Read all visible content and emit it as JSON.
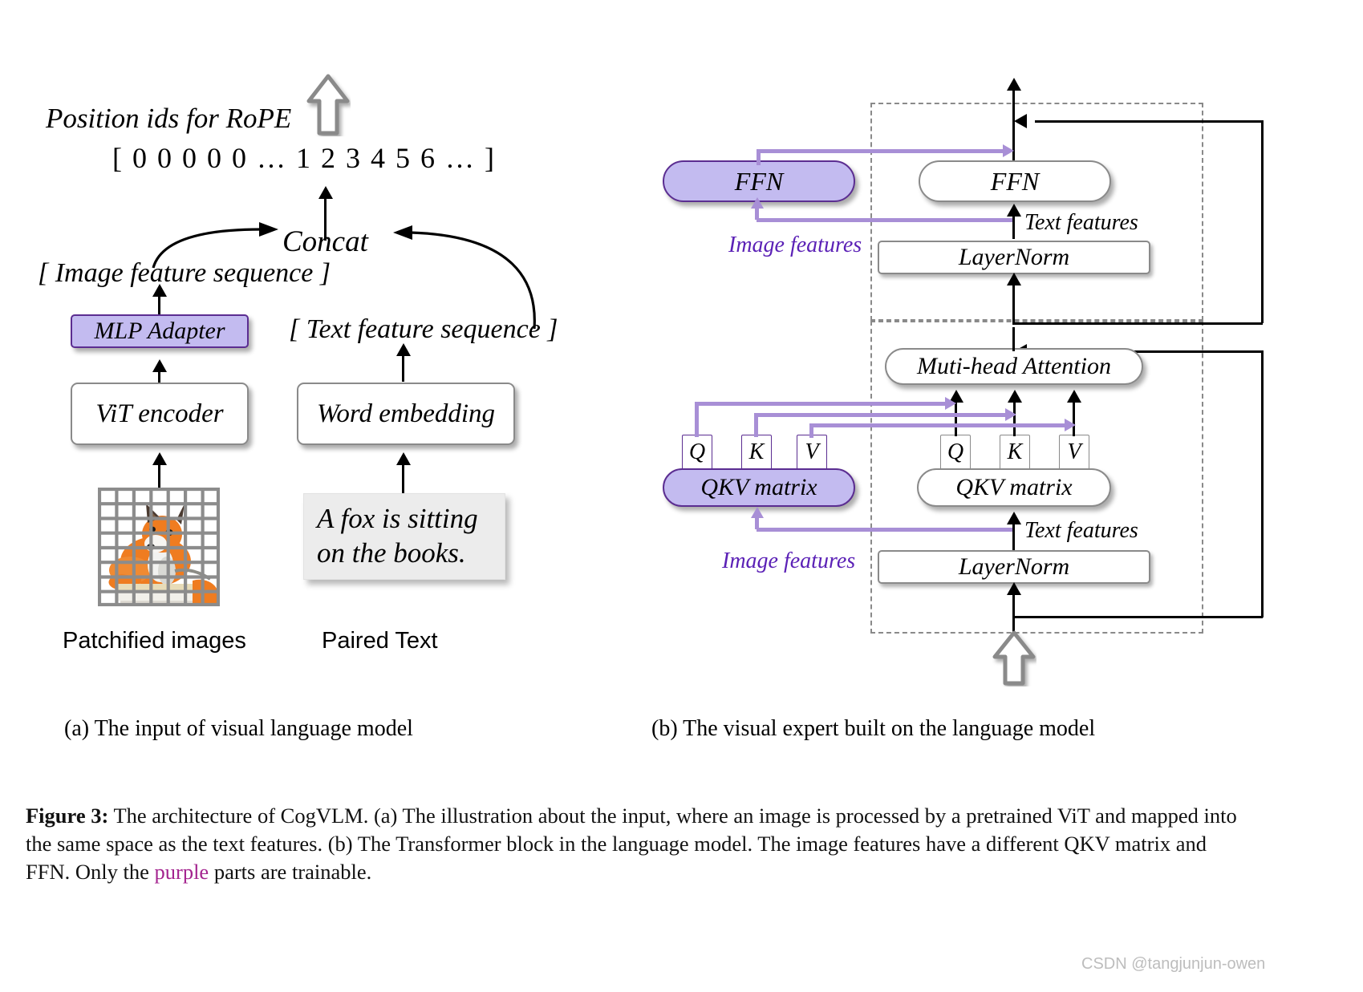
{
  "figure": {
    "caption_label": "Figure 3:",
    "caption_text": " The architecture of CogVLM. (a) The illustration about the input, where an image is processed by a pretrained ViT and mapped into the same space as the text features. (b) The Transformer block in the language model. The image features have a different QKV matrix and FFN. Only the ",
    "caption_highlight": "purple",
    "caption_tail": " parts are trainable.",
    "watermark": "CSDN @tangjunjun-owen"
  },
  "panel_a": {
    "caption": "(a) The input of visual language model",
    "rope_label": "Position ids for RoPE",
    "position_ids": "[  0  0  0  0  0  …  1  2  3  4  5  6  …  ]",
    "concat_label": "Concat",
    "image_seq_label": "[ Image feature sequence ]",
    "text_seq_label": "[ Text  feature sequence ]",
    "mlp_adapter": "MLP Adapter",
    "vit_encoder": "ViT encoder",
    "word_embedding": "Word embedding",
    "sample_text_line1": "A fox is sitting",
    "sample_text_line2": "on the books.",
    "patchified_label": "Patchified images",
    "paired_text_label": "Paired Text"
  },
  "panel_b": {
    "caption": "(b) The visual expert built on the language model",
    "ffn_visual": "FFN",
    "ffn_text": "FFN",
    "layernorm_top": "LayerNorm",
    "layernorm_bottom": "LayerNorm",
    "attention": "Muti-head Attention",
    "qkv_visual": "QKV matrix",
    "qkv_text": "QKV matrix",
    "qkv_cells_visual": [
      "Q",
      "K",
      "V"
    ],
    "qkv_cells_text": [
      "Q",
      "K",
      "V"
    ],
    "image_features_top": "Image features",
    "image_features_bottom": "Image features",
    "text_features_top": "Text features",
    "text_features_bottom": "Text features"
  },
  "colors": {
    "trainable_purple_fill": "#c3bbf0",
    "trainable_purple_border": "#5b2d91",
    "purple_arrow": "#a88fd6",
    "purple_label": "#5b21b6",
    "caption_purple": "#a4248f",
    "node_border": "#8a8a8a",
    "text_card_bg": "#ececec"
  }
}
